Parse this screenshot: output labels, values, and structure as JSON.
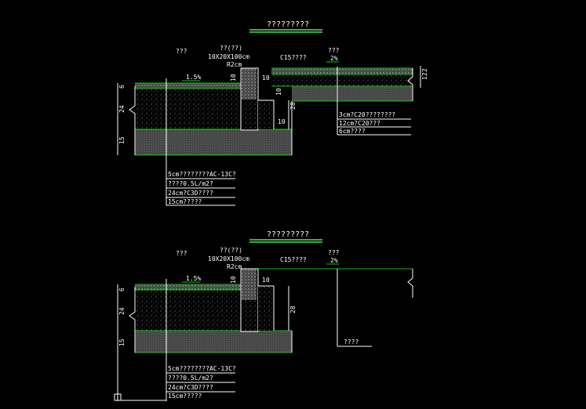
{
  "drawing1": {
    "title": "?????????",
    "label_left": "???",
    "label_curb": "??(??)",
    "curb_size": "10X20X100cm",
    "curb_radius": "R2cm",
    "concrete_label": "C15????",
    "label_right": "???",
    "slope_right": "2%",
    "slope_left": "1.5%",
    "dim_6": "6",
    "dim_24": "24",
    "dim_15": "15",
    "dim_10a": "10",
    "dim_10b": "10",
    "dim_10c": "10",
    "dim_10d": "10",
    "dim_28": "28",
    "dim_12": "12",
    "dim_2": "2",
    "legend_left": [
      "5cm????????AC-13C?",
      "????0.5L/m2?",
      "24cm?C3D????",
      "15cm?????"
    ],
    "legend_right": [
      "3cm?C20????????",
      "12cm?C20???",
      "6cm????"
    ]
  },
  "drawing2": {
    "title": "?????????",
    "label_left": "???",
    "label_curb": "??(??)",
    "curb_size": "10X20X100cm",
    "curb_radius": "R2cm",
    "concrete_label": "C15????",
    "label_right": "???",
    "slope_right": "2%",
    "slope_left": "1.5%",
    "dim_6": "6",
    "dim_24": "24",
    "dim_15": "15",
    "dim_10a": "10",
    "dim_10b": "10",
    "dim_28": "28",
    "legend_left": [
      "5cm????????AC-13C?",
      "????0.5L/m2?",
      "24cm?C3D????",
      "15cm?????"
    ],
    "legend_right": [
      "????"
    ]
  }
}
